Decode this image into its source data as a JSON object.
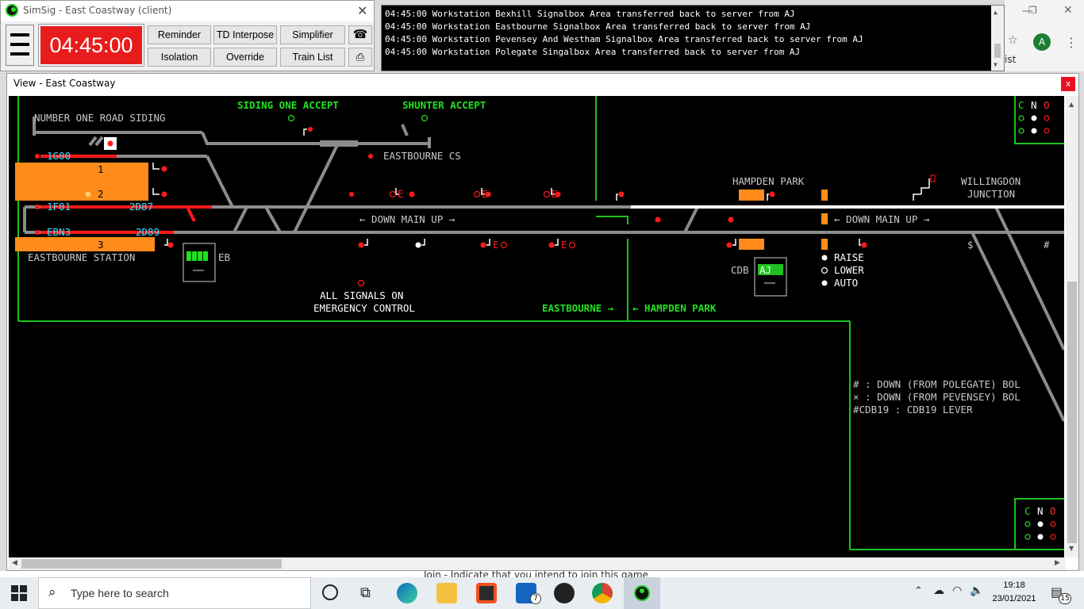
{
  "control_window": {
    "title": "SimSig - East Coastway (client)",
    "clock": "04:45:00",
    "buttons": {
      "reminder": "Reminder",
      "td_interpose": "TD Interpose",
      "simplifier": "Simplifier",
      "isolation": "Isolation",
      "override": "Override",
      "train_list": "Train List"
    }
  },
  "messages": [
    "04:45:00 Workstation Bexhill Signalbox Area transferred back to server from AJ",
    "04:45:00 Workstation Eastbourne Signalbox Area transferred back to server from AJ",
    "04:45:00 Workstation Pevensey And Westham Signalbox Area transferred back to server from AJ",
    "04:45:00 Workstation Polegate Singalbox Area transferred back to server from AJ"
  ],
  "browser_peek": {
    "text": "ist",
    "avatar": "A"
  },
  "view_window": {
    "title": "View - East Coastway",
    "close": "x"
  },
  "panel": {
    "labels": {
      "number_one_road_siding": "NUMBER ONE ROAD SIDING",
      "siding_one_accept": "SIDING ONE ACCEPT",
      "shunter_accept": "SHUNTER ACCEPT",
      "eastbourne_cs": "EASTBOURNE CS",
      "hampden_park": "HAMPDEN PARK",
      "willingdon": "WILLINGDON",
      "junction": "JUNCTION",
      "down_main_up_1": "← DOWN MAIN UP →",
      "down_main_up_2": "← DOWN MAIN UP →",
      "eastbourne_station": "EASTBOURNE STATION",
      "eb": "EB",
      "cdb": "CDB",
      "aj": "AJ",
      "raise": "RAISE",
      "lower": "LOWER",
      "auto": "AUTO",
      "all_signals_on": "ALL SIGNALS ON",
      "emergency_control": "EMERGENCY CONTROL",
      "eastbourne_arrow": "EASTBOURNE →",
      "hampden_park_arrow": "← HAMPDEN PARK",
      "legend_1": "# : DOWN (FROM POLEGATE) BOL",
      "legend_2": "× : DOWN (FROM PEVENSEY) BOL",
      "legend_3": "#CDB19 : CDB19 LEVER",
      "cno_c": "C",
      "cno_n": "N",
      "cno_o": "O",
      "platform_1": "1",
      "platform_2": "2",
      "platform_3": "3",
      "dollar": "$",
      "hash": "#"
    },
    "berths": {
      "b1G00": "1G00",
      "b1F01": "1F01",
      "b2D87": "2D87",
      "bEBN3": "EBN3",
      "b2D89": "2D89"
    },
    "e_marks": [
      "E",
      "E",
      "E",
      "E",
      "E"
    ]
  },
  "below_text": "Join - Indicate that you intend to join this game",
  "taskbar": {
    "search_placeholder": "Type here to search",
    "time": "19:18",
    "date": "23/01/2021",
    "mail_badge": "7",
    "notif_badge": "15"
  },
  "colors": {
    "clock_red": "#e81c1c",
    "track_grey": "#8c8c8c",
    "track_red": "#ff1a1a",
    "track_white": "#ffffff",
    "platform_orange": "#ff8c1a",
    "label_green": "#20e020",
    "berth_cyan": "#40e0ff",
    "line_green": "#19c419"
  }
}
